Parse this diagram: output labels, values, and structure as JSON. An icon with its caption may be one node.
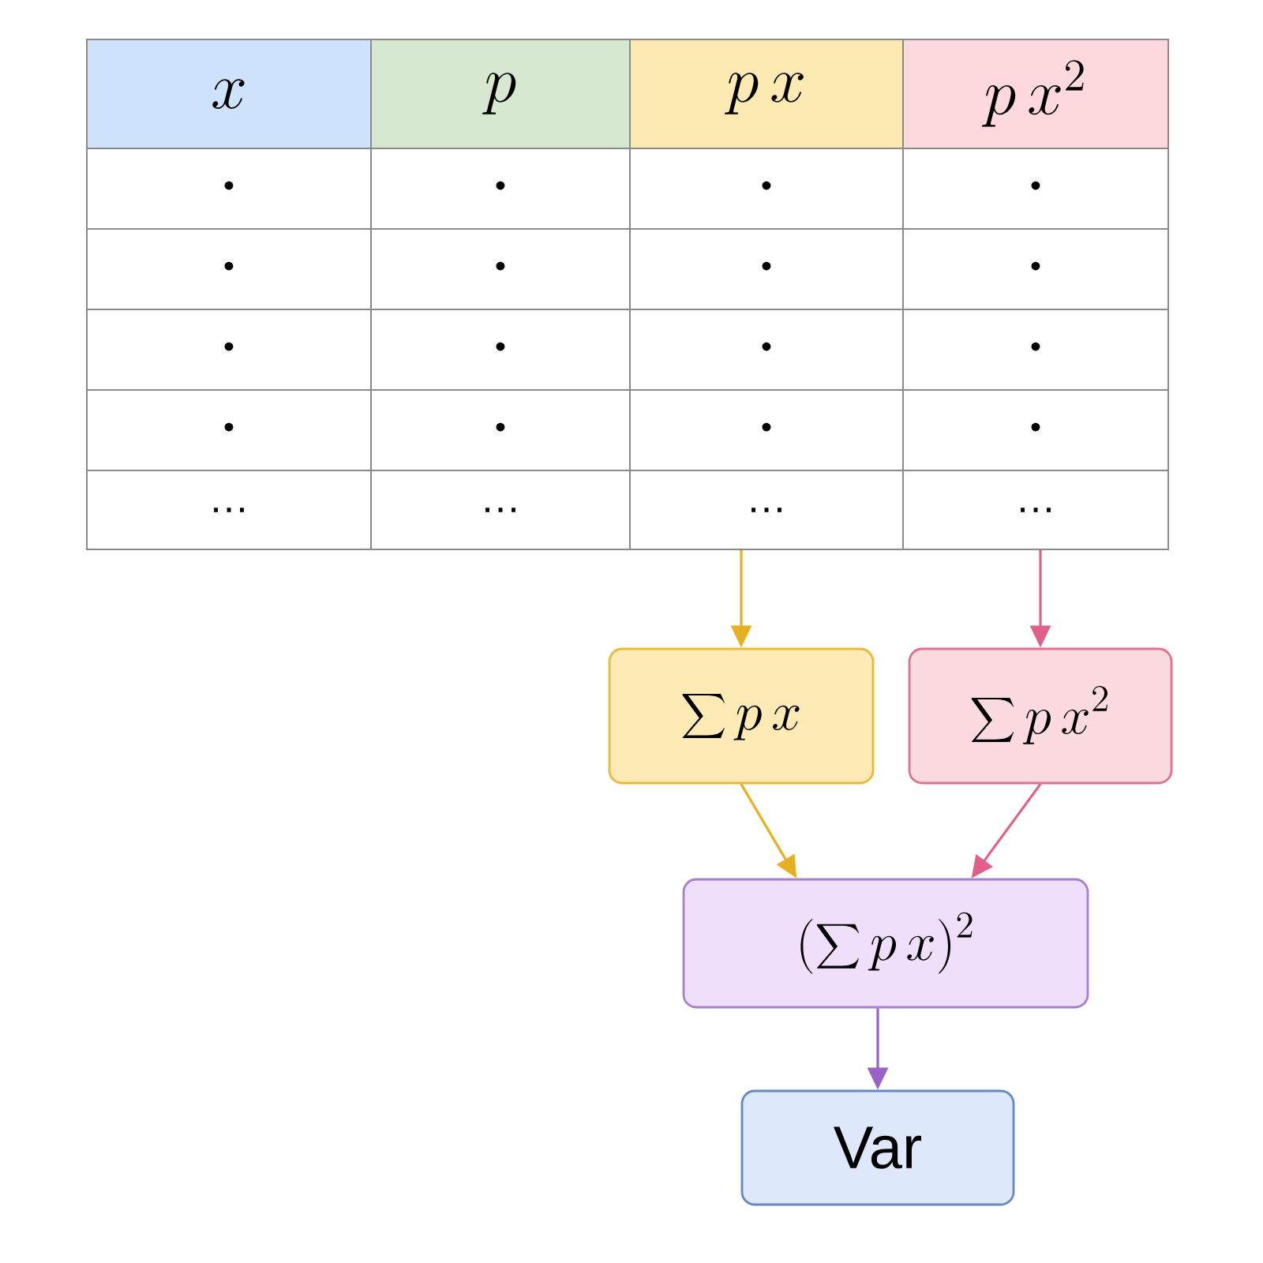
{
  "diagram": {
    "nodes": [
      {
        "text": [
          "x"
        ]
      },
      {
        "text": [
          "p"
        ]
      },
      {
        "text": [
          "p\\,x"
        ]
      },
      {
        "text": [
          "p\\,x^{2}"
        ]
      },
      {
        "text": [
          "•"
        ]
      },
      {
        "text": [
          "•"
        ]
      },
      {
        "text": [
          "•"
        ]
      },
      {
        "text": [
          "•"
        ]
      },
      {
        "text": [
          "•"
        ]
      },
      {
        "text": [
          "•"
        ]
      },
      {
        "text": [
          "•"
        ]
      },
      {
        "text": [
          "•"
        ]
      },
      {
        "text": [
          "•"
        ]
      },
      {
        "text": [
          "•"
        ]
      },
      {
        "text": [
          "•"
        ]
      },
      {
        "text": [
          "•"
        ]
      },
      {
        "text": [
          "•"
        ]
      },
      {
        "text": [
          "•"
        ]
      },
      {
        "text": [
          "•"
        ]
      },
      {
        "text": [
          "•"
        ]
      },
      {
        "text": [
          "…"
        ]
      },
      {
        "text": [
          "…"
        ]
      },
      {
        "text": [
          "…"
        ]
      },
      {
        "text": [
          "…"
        ]
      },
      {
        "text": [
          "\\sum p\\,x"
        ]
      },
      {
        "text": [
          "\\sum p\\,x^{2}"
        ]
      },
      {
        "text": [
          "(\\sum p\\,x)^{2}"
        ]
      },
      {
        "text": [
          "Var"
        ]
      }
    ],
    "edges": [
      {
        "from": 22,
        "to": 24,
        "arrow": "to",
        "color": "#e6b020"
      },
      {
        "from": 23,
        "to": 25,
        "arrow": "to",
        "color": "#e0608a"
      },
      {
        "from": 24,
        "to": 26,
        "arrow": "to",
        "color": "#e6b020"
      },
      {
        "from": 25,
        "to": 26,
        "arrow": "to",
        "color": "#e0608a"
      },
      {
        "from": 26,
        "to": 27,
        "arrow": "to",
        "color": "#9a62c8"
      }
    ]
  }
}
